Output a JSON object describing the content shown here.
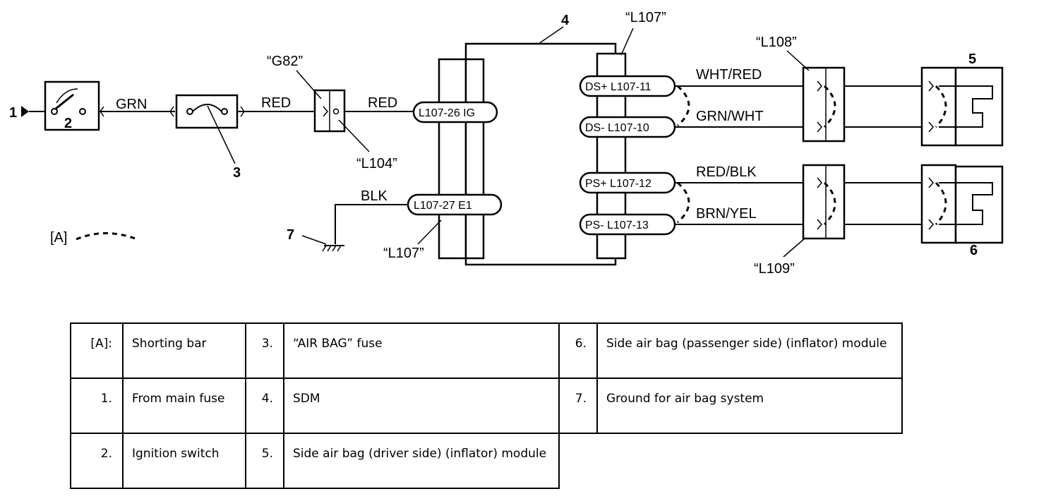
{
  "callouts": {
    "n1": "1",
    "n2": "2",
    "n3": "3",
    "n4": "4",
    "n5": "5",
    "n6": "6",
    "n7": "7"
  },
  "connectors": {
    "g82": "“G82”",
    "l104": "“L104”",
    "l107_top": "“L107”",
    "l107_bottom": "“L107”",
    "l108": "“L108”",
    "l109": "“L109”"
  },
  "wires": {
    "grn": "GRN",
    "red1": "RED",
    "red2": "RED",
    "blk": "BLK",
    "wht_red": "WHT/RED",
    "grn_wht": "GRN/WHT",
    "red_blk": "RED/BLK",
    "brn_yel": "BRN/YEL"
  },
  "pins": {
    "ig": "L107-26 IG",
    "e1": "L107-27  E1",
    "ds_plus": "DS+ L107-11",
    "ds_minus": "DS-  L107-10",
    "ps_plus": "PS+ L107-12",
    "ps_minus": "PS-  L107-13"
  },
  "shorting_bar_marker": "[A]",
  "legend": {
    "a_key": "[A]:",
    "a_val": "Shorting bar",
    "k1": "1.",
    "v1": "From main fuse",
    "k2": "2.",
    "v2": "Ignition switch",
    "k3": "3.",
    "v3": "“AIR BAG” fuse",
    "k4": "4.",
    "v4": "SDM",
    "k5": "5.",
    "v5": "Side air bag (driver side) (inflator) module",
    "k6": "6.",
    "v6": "Side air bag (passenger side) (inflator) module",
    "k7": "7.",
    "v7": "Ground for air bag system"
  }
}
